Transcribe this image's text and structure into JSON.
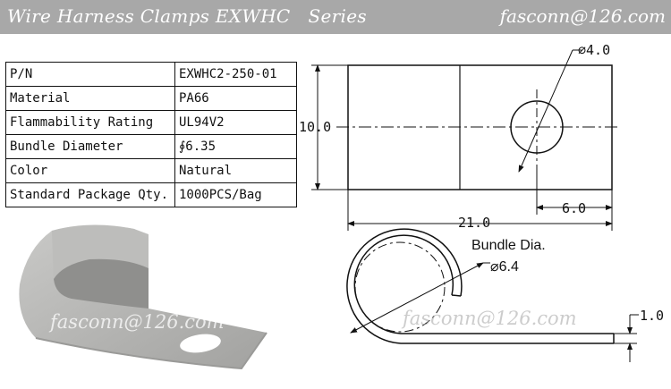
{
  "header": {
    "title": "Wire Harness Clamps EXWHC   Series",
    "email": "fasconn@126.com"
  },
  "specs": [
    {
      "label": "P/N",
      "value": "EXWHC2-250-01"
    },
    {
      "label": "Material",
      "value": "PA66"
    },
    {
      "label": "Flammability Rating",
      "value": "UL94V2"
    },
    {
      "label": "Bundle Diameter",
      "value": "∮6.35"
    },
    {
      "label": "Color",
      "value": "Natural"
    },
    {
      "label": "Standard Package Qty.",
      "value": "1000PCS/Bag"
    }
  ],
  "drawing": {
    "hole_dim": "⌀4.0",
    "height_dim": "10.0",
    "length_dim": "21.0",
    "hole_offset_dim": "6.0",
    "bundle_label": "Bundle Dia.",
    "bundle_dim": "⌀6.4",
    "thickness_dim": "1.0"
  },
  "watermarks": [
    "fasconn@126.com",
    "fasconn@126.com"
  ],
  "colors": {
    "header_bg": "#a8a8a8",
    "clamp_gray": "#b5b5b3"
  }
}
